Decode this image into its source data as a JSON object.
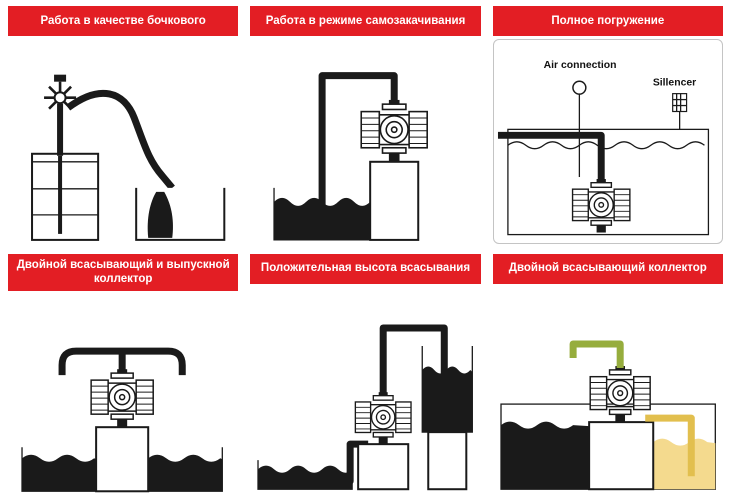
{
  "colors": {
    "header_red": "#e31e24",
    "ink": "#1a1a1a",
    "pipe_green": "#96ad3d",
    "pipe_yellow": "#e2bf4e",
    "liquid_yellow": "#f4da8e"
  },
  "panels": [
    {
      "title": "Работа в качестве бочкового"
    },
    {
      "title": "Работа в режиме самозакачивания"
    },
    {
      "title": "Полное погружение",
      "labels": {
        "air": "Air connection",
        "silencer": "Sillencer"
      }
    },
    {
      "title": "Двойной всасывающий и выпускной коллектор"
    },
    {
      "title": "Положительная высота всасывания"
    },
    {
      "title": "Двойной всасывающий коллектор"
    }
  ]
}
